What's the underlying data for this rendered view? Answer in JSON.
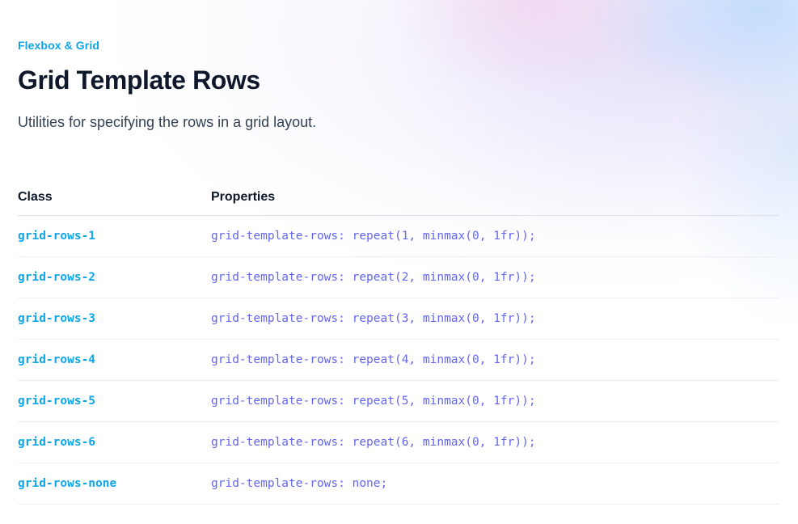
{
  "header": {
    "category": "Flexbox & Grid",
    "title": "Grid Template Rows",
    "description": "Utilities for specifying the rows in a grid layout."
  },
  "table": {
    "headers": [
      "Class",
      "Properties"
    ],
    "rows": [
      {
        "class": "grid-rows-1",
        "properties": "grid-template-rows: repeat(1, minmax(0, 1fr));"
      },
      {
        "class": "grid-rows-2",
        "properties": "grid-template-rows: repeat(2, minmax(0, 1fr));"
      },
      {
        "class": "grid-rows-3",
        "properties": "grid-template-rows: repeat(3, minmax(0, 1fr));"
      },
      {
        "class": "grid-rows-4",
        "properties": "grid-template-rows: repeat(4, minmax(0, 1fr));"
      },
      {
        "class": "grid-rows-5",
        "properties": "grid-template-rows: repeat(5, minmax(0, 1fr));"
      },
      {
        "class": "grid-rows-6",
        "properties": "grid-template-rows: repeat(6, minmax(0, 1fr));"
      },
      {
        "class": "grid-rows-none",
        "properties": "grid-template-rows: none;"
      }
    ]
  },
  "colors": {
    "category_accent": "#0ea5e9",
    "class_text": "#0ea5e9",
    "properties_text": "#6366f1",
    "title_text": "#0f172a",
    "description_text": "#334155",
    "beam_pink": "#f3cbe7",
    "beam_blue": "#aad6fc",
    "beam_lavender": "#ddd4f7"
  }
}
